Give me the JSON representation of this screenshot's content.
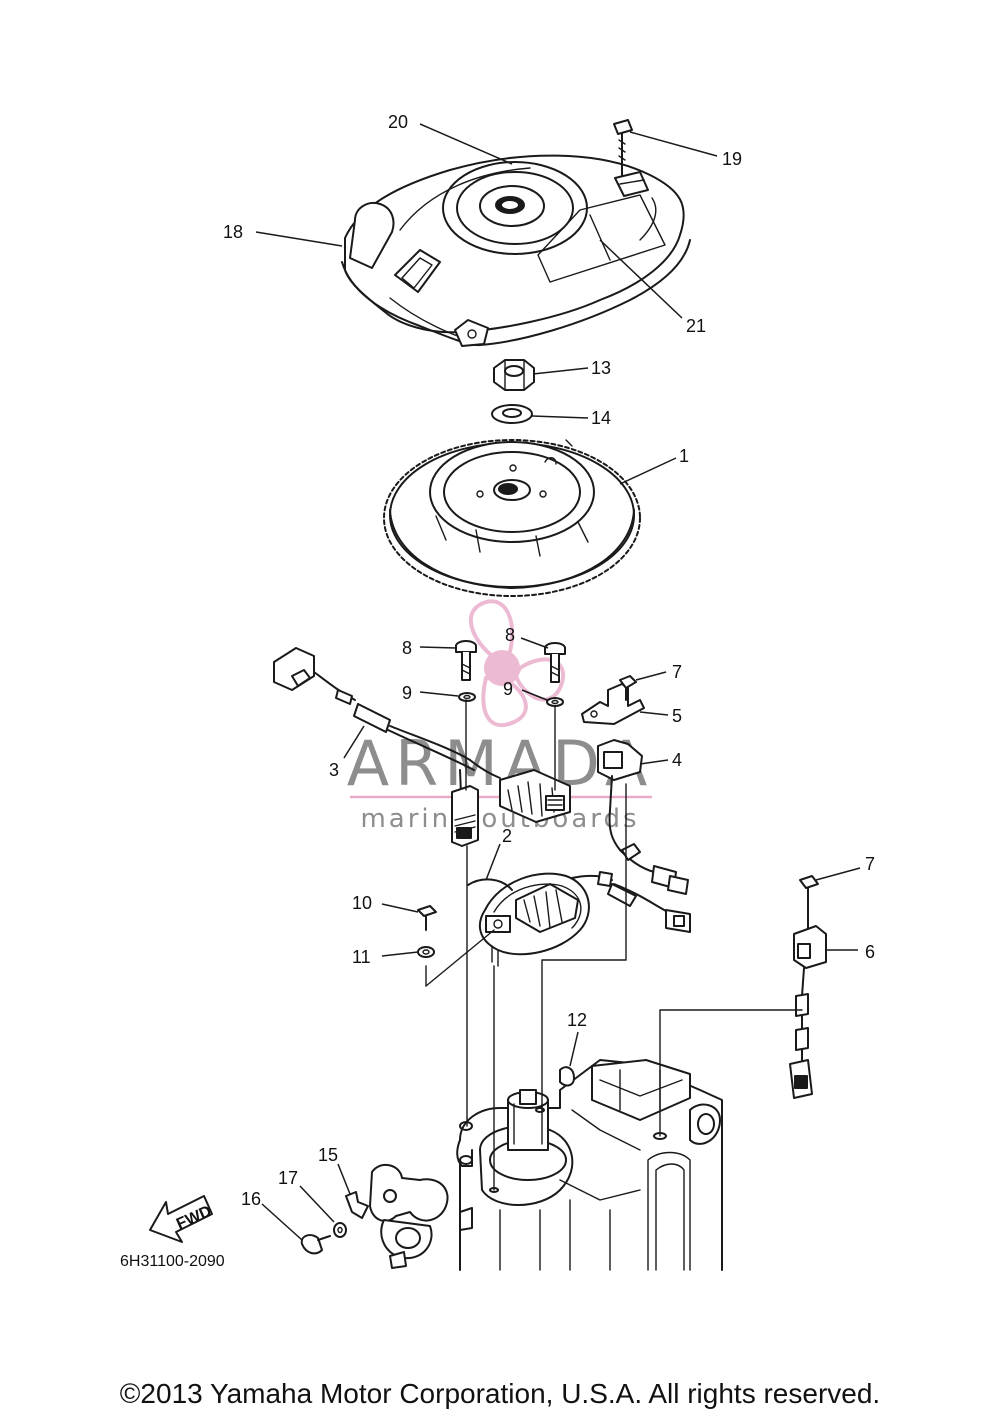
{
  "diagram_code": "6H31100-2090",
  "fwd_label": "FWD",
  "copyright": "©2013 Yamaha Motor Corporation, U.S.A. All rights reserved.",
  "watermark": {
    "brand": "ARMADA",
    "tagline": "marine outboards",
    "accent_color": "#e9a9c9"
  },
  "callouts": [
    {
      "id": "c1",
      "text": "1"
    },
    {
      "id": "c2",
      "text": "2"
    },
    {
      "id": "c3",
      "text": "3"
    },
    {
      "id": "c4",
      "text": "4"
    },
    {
      "id": "c5",
      "text": "5"
    },
    {
      "id": "c6",
      "text": "6"
    },
    {
      "id": "c7a",
      "text": "7"
    },
    {
      "id": "c7b",
      "text": "7"
    },
    {
      "id": "c8a",
      "text": "8"
    },
    {
      "id": "c8b",
      "text": "8"
    },
    {
      "id": "c9a",
      "text": "9"
    },
    {
      "id": "c9b",
      "text": "9"
    },
    {
      "id": "c10",
      "text": "10"
    },
    {
      "id": "c11",
      "text": "11"
    },
    {
      "id": "c12",
      "text": "12"
    },
    {
      "id": "c13",
      "text": "13"
    },
    {
      "id": "c14",
      "text": "14"
    },
    {
      "id": "c15",
      "text": "15"
    },
    {
      "id": "c16",
      "text": "16"
    },
    {
      "id": "c17",
      "text": "17"
    },
    {
      "id": "c18",
      "text": "18"
    },
    {
      "id": "c19",
      "text": "19"
    },
    {
      "id": "c20",
      "text": "20"
    },
    {
      "id": "c21",
      "text": "21"
    }
  ]
}
